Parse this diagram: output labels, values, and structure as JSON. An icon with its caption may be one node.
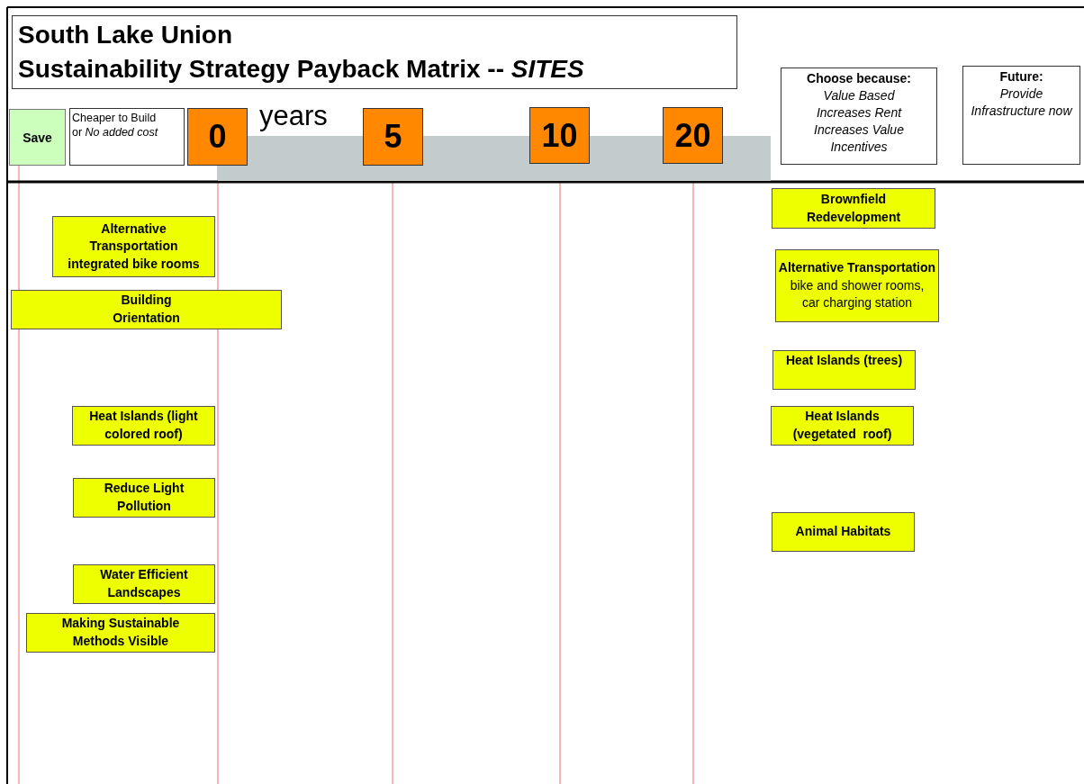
{
  "diagram": {
    "nodes": [
      {
        "text": [
          "South Lake Union",
          "Sustainability Strategy Payback Matrix -- *SITES*"
        ]
      },
      {
        "text": [
          "Save"
        ]
      },
      {
        "text": [
          "Cheaper to Build or *No added cost*"
        ]
      },
      {
        "text": [
          "0"
        ]
      },
      {
        "text": [
          "5"
        ]
      },
      {
        "text": [
          "10"
        ]
      },
      {
        "text": [
          "20"
        ]
      },
      {
        "text": [
          "Choose because:",
          "Value Based Increases Rent Increases Value Incentives"
        ]
      },
      {
        "text": [
          "Future:",
          "Provide Infrastructure now"
        ]
      },
      {
        "text": [
          "Alternative Transportation integrated bike rooms"
        ]
      },
      {
        "text": [
          "Building Orientation"
        ]
      },
      {
        "text": [
          "Heat Islands (light colored roof)"
        ]
      },
      {
        "text": [
          "Reduce Light Pollution"
        ]
      },
      {
        "text": [
          "Water Efficient Landscapes"
        ]
      },
      {
        "text": [
          "Making Sustainable Methods Visible"
        ]
      },
      {
        "text": [
          "Brownfield Redevelopment"
        ]
      },
      {
        "text": [
          "Alternative Transportation",
          "bike and shower rooms, car charging station"
        ]
      },
      {
        "text": [
          "Heat Islands (trees)"
        ]
      },
      {
        "text": [
          "Heat Islands (vegetated  roof)"
        ]
      },
      {
        "text": [
          "Animal Habitats"
        ]
      },
      {
        "text": [],
        "shape": "bar"
      }
    ],
    "labels": [
      "years"
    ]
  }
}
